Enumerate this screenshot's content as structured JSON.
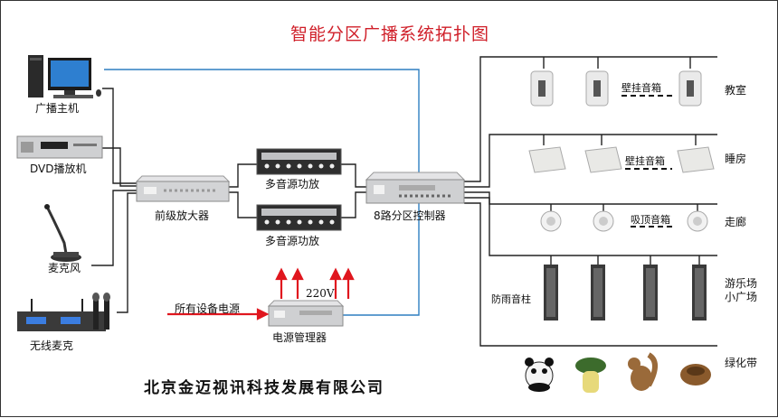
{
  "title": "智能分区广播系统拓扑图",
  "company": "北京金迈视讯科技发展有限公司",
  "sources": {
    "host": "广播主机",
    "dvd": "DVD播放机",
    "mic": "麦克风",
    "wireless_mic": "无线麦克"
  },
  "devices": {
    "preamp": "前级放大器",
    "amp1": "多音源功放",
    "amp2": "多音源功放",
    "controller": "8路分区控制器",
    "power_mgr": "电源管理器",
    "power_in": "所有设备电源",
    "voltage": "220V"
  },
  "zones": {
    "classroom": {
      "name": "教室",
      "speaker": "壁挂音箱"
    },
    "dorm": {
      "name": "睡房",
      "speaker": "壁挂音箱"
    },
    "corridor": {
      "name": "走廊",
      "speaker": "吸顶音箱"
    },
    "playground": {
      "name": "游乐场\n小广场",
      "speaker": "防雨音柱"
    },
    "green": {
      "name": "绿化带"
    }
  }
}
